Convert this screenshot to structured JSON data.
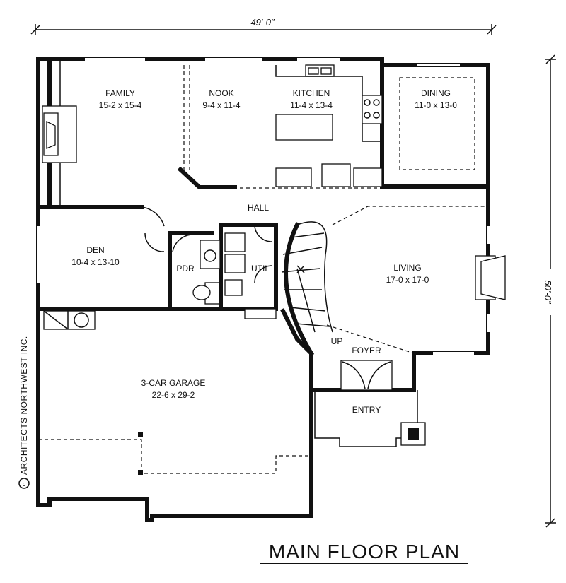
{
  "dimensions": {
    "width": "49'-0\"",
    "depth": "50'-0\""
  },
  "rooms": {
    "family": {
      "name": "FAMILY",
      "size": "15-2 x 15-4"
    },
    "nook": {
      "name": "NOOK",
      "size": "9-4 x 11-4"
    },
    "kitchen": {
      "name": "KITCHEN",
      "size": "11-4 x 13-4"
    },
    "dining": {
      "name": "DINING",
      "size": "11-0 x 13-0"
    },
    "hall": {
      "name": "HALL"
    },
    "den": {
      "name": "DEN",
      "size": "10-4 x 13-10"
    },
    "pdr": {
      "name": "PDR"
    },
    "util": {
      "name": "UTIL"
    },
    "living": {
      "name": "LIVING",
      "size": "17-0 x 17-0"
    },
    "foyer": {
      "name": "FOYER"
    },
    "entry": {
      "name": "ENTRY"
    },
    "garage": {
      "name": "3-CAR GARAGE",
      "size": "22-6 x 29-2"
    }
  },
  "stair_label": "UP",
  "copyright": "ARCHITECTS NORTHWEST INC.",
  "copyright_symbol": "c",
  "title": "MAIN FLOOR PLAN"
}
